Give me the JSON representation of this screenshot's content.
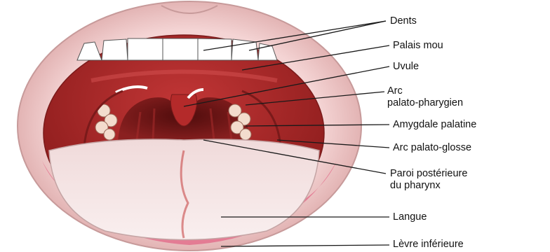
{
  "diagram": {
    "labels": {
      "dents": "Dents",
      "palais_mou": "Palais mou",
      "uvule": "Uvule",
      "arc_palato_pharygien_line1": "Arc",
      "arc_palato_pharygien_line2": "palato-pharygien",
      "amygdale_palatine": "Amygdale palatine",
      "arc_palato_glosse": "Arc palato-glosse",
      "paroi_line1": "Paroi postérieure",
      "paroi_line2": "du pharynx",
      "langue": "Langue",
      "levre_inferieure": "Lèvre inférieure"
    },
    "colors": {
      "lip": "#efc9c9",
      "lip_edge": "#c98f8f",
      "palate": "#b32e2e",
      "throat": "#6e1414",
      "uvula": "#b02929",
      "tongue": "#f6e8e8",
      "tonsil": "#f2d9c9",
      "teeth": "#ffffff",
      "leader_line": "#1a1a1a"
    }
  }
}
